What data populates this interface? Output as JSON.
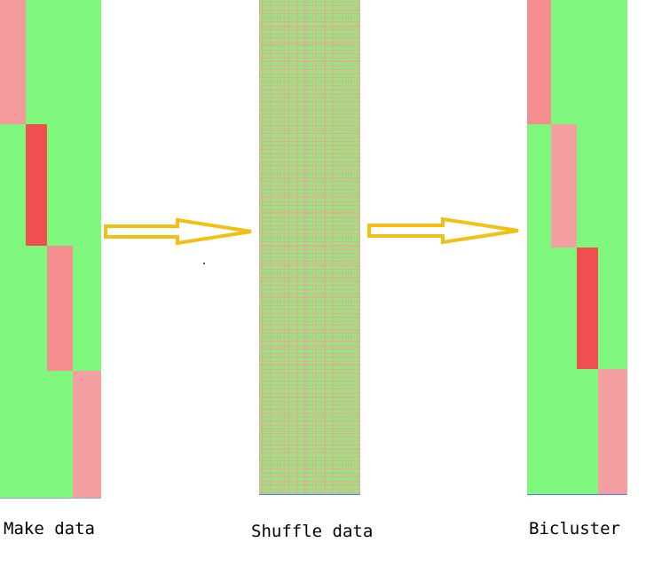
{
  "captions": {
    "make": "Make data",
    "shuffle": "Shuffle data",
    "bicluster": "Bicluster"
  },
  "colors": {
    "background_green": "#7ff77c",
    "pink": "#f59393",
    "light_pink": "#f5a0a0",
    "red": "#f04f4f",
    "arrow_stroke": "#f2c014",
    "arrow_fill": "#ffffff"
  },
  "make_data_blocks": [
    {
      "color": "pink"
    },
    {
      "color": "red"
    },
    {
      "color": "pink"
    },
    {
      "color": "light_pink"
    }
  ],
  "bicluster_blocks": [
    {
      "color": "pink"
    },
    {
      "color": "light_pink"
    },
    {
      "color": "red"
    },
    {
      "color": "light_pink"
    }
  ]
}
